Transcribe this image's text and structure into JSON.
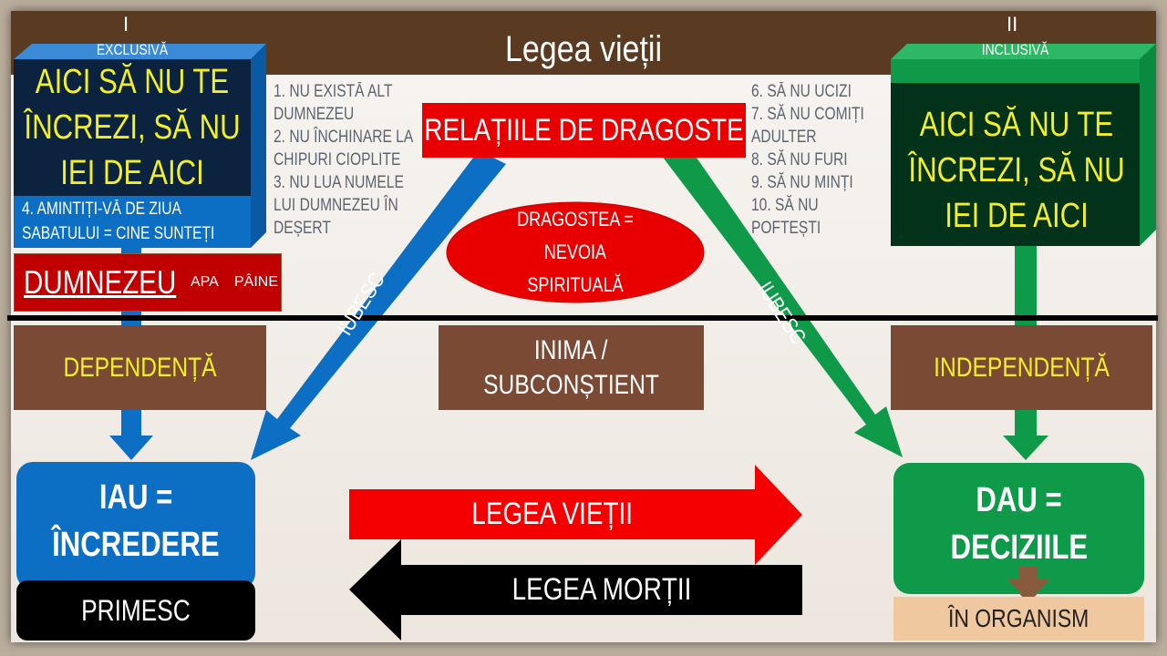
{
  "title": "Legea vieții",
  "left_panel": {
    "roman": "I",
    "label": "EXCLUSIVĂ",
    "hidden_items": [
      "1. NU EXISTĂ ALT DUMNEZEU",
      "2. NU ÎNCHINARE LA CHIPURI CIOPLITE",
      "3. NU LUA NUMELE LUI DUMNEZEU ÎN DEȘERT"
    ],
    "overlay": "AICI SĂ NU TE ÎNCREZI, SĂ NU IEI DE AICI",
    "item4_line1": "4. AMINTIȚI-VĂ  DE ZIUA",
    "item4_line2": "SABATULUI = CINE SUNTEȚI"
  },
  "right_panel": {
    "roman": "II",
    "label": "INCLUSIVĂ",
    "hidden_items": [
      "6. SĂ NU UCIZI",
      "7. SĂ NU COMIȚI ADULTER",
      "8. SĂ NU FURI",
      "9. SĂ NU MINȚI",
      "10. SĂ NU POFTEȘTI"
    ],
    "overlay": "AICI SĂ NU TE ÎNCREZI, SĂ NU IEI DE AICI"
  },
  "god_box": {
    "main": "DUMNEZEU",
    "apa": "APA",
    "paine": "PÂINE"
  },
  "relations": "RELAȚIILE DE DRAGOSTE",
  "love_ellipse": [
    "DRAGOSTEA =",
    "NEVOIA",
    "SPIRITUALĂ"
  ],
  "love_arrow_label": "IUBESC",
  "dependence": "DEPENDENȚĂ",
  "heart": [
    "INIMA /",
    "SUBCONȘTIENT"
  ],
  "independence": "INDEPENDENȚĂ",
  "take_box": [
    "IAU =",
    "ÎNCREDERE"
  ],
  "receive": "PRIMESC",
  "law_life": "LEGEA VIEȚII",
  "law_death": "LEGEA MORȚII",
  "give_box": [
    "DAU =",
    "DECIZIILE"
  ],
  "organism": "ÎN ORGANISM",
  "colors": {
    "blue": "#0d6fc4",
    "green": "#0e9a48",
    "red": "#e80000",
    "brown": "#7a4a34",
    "header": "#5a3a21"
  }
}
